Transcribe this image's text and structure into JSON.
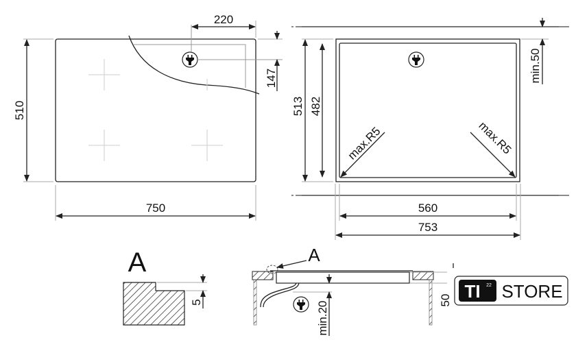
{
  "top_view": {
    "width_label": "750",
    "depth_label": "510",
    "plug_offset_x_label": "220",
    "plug_offset_y_label": "147"
  },
  "cutout_view": {
    "min_top_label": "min.50",
    "outer_depth_label": "513",
    "inner_depth_label": "482",
    "radius_left_label": "max.R5",
    "radius_right_label": "max.R5",
    "inner_width_label": "560",
    "outer_width_label": "753"
  },
  "detail": {
    "title": "A",
    "step_label": "5"
  },
  "side_view": {
    "detail_callout": "A",
    "clearance_label": "min.20",
    "thickness_label": "50"
  },
  "logo": {
    "mark": "TI",
    "superscript": "22",
    "word": "STORE"
  }
}
